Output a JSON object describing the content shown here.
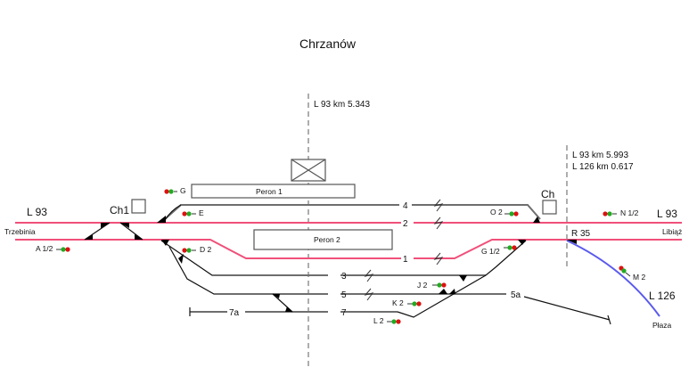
{
  "station": {
    "name": "Chrzanów",
    "axis_label": "L 93 km 5.343",
    "right_km_lines": [
      "L 93   km  5.993",
      "L 126 km  0.617"
    ],
    "building_icon": "station-building-icon"
  },
  "lines": {
    "left_line": "L 93",
    "right_line": "L 93",
    "branch_line": "L 126",
    "left_destination": "Trzebinia",
    "right_destination": "Libiąż",
    "branch_destination": "Płaza",
    "junction_label": "R 35"
  },
  "posts": {
    "left": "Ch1",
    "right": "Ch"
  },
  "platforms": [
    {
      "label": "Peron 1"
    },
    {
      "label": "Peron 2"
    }
  ],
  "tracks": {
    "t4": "4",
    "t2": "2",
    "t1": "1",
    "t3": "3",
    "t5": "5",
    "t7": "7",
    "t7a": "7a",
    "t5a": "5a"
  },
  "signals": {
    "G": "G",
    "E": "E",
    "A": "A 1/2",
    "D": "D 2",
    "O": "O 2",
    "G12": "G 1/2",
    "N": "N 1/2",
    "M": "M 2",
    "J": "J 2",
    "K": "K 2",
    "L": "L 2"
  },
  "colors": {
    "main_track": "#f0507a",
    "side_track": "#6e6e6e",
    "branch_track": "#5a5aee",
    "signal_red": "#dd1111",
    "signal_green": "#22aa22"
  }
}
